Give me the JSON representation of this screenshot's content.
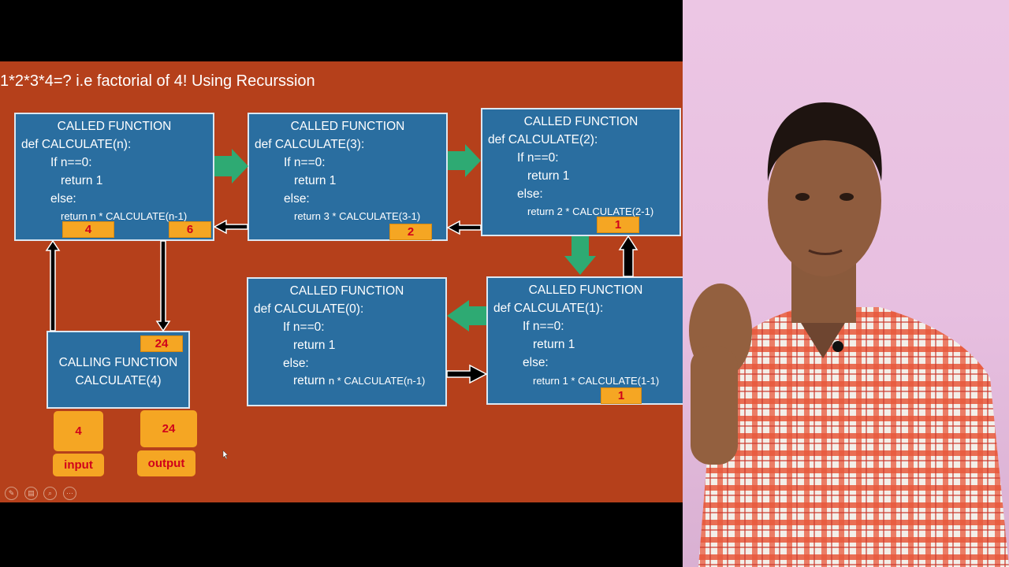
{
  "slide": {
    "title": "1*2*3*4=? i.e factorial of 4! Using Recurssion",
    "boxes": {
      "b1": {
        "header": "CALLED FUNCTION",
        "def": "def CALCULATE(n):",
        "if": "If  n==0:",
        "ret1": "return 1",
        "else": "else:",
        "ret": "return n * CALCULATE(n-1)",
        "v1": "4",
        "v2": "6"
      },
      "b2": {
        "header": "CALLED FUNCTION",
        "def": "def CALCULATE(3):",
        "if": "If  n==0:",
        "ret1": "return 1",
        "else": "else:",
        "ret": "return 3 * CALCULATE(3-1)",
        "v1": "2"
      },
      "b3": {
        "header": "CALLED FUNCTION",
        "def": "def CALCULATE(2):",
        "if": "If  n==0:",
        "ret1": "return 1",
        "else": "else:",
        "ret": "return 2 * CALCULATE(2-1)",
        "v1": "1"
      },
      "b4": {
        "header": "CALLED FUNCTION",
        "def": "def CALCULATE(1):",
        "if": "If  n==0:",
        "ret1": "return 1",
        "else": "else:",
        "ret": "return 1 * CALCULATE(1-1)",
        "v1": "1"
      },
      "b5": {
        "header": "CALLED FUNCTION",
        "def": "def CALCULATE(0):",
        "if": "If  n==0:",
        "ret1": "return 1",
        "else": "else:",
        "ret_a": "return ",
        "ret_b": "n * CALCULATE(n-1)"
      },
      "calling": {
        "line1": "CALLING FUNCTION",
        "line2": "CALCULATE(4)",
        "v1": "24"
      }
    },
    "input_value": "4",
    "input_label": "input",
    "output_value": "24",
    "output_label": "output",
    "controls": [
      "pen-icon",
      "slides-icon",
      "zoom-icon",
      "more-icon"
    ]
  },
  "colors": {
    "slide_bg": "#b5401b",
    "box_bg": "#2a6ea0",
    "value_bg": "#f5a623",
    "value_text": "#d0021b",
    "green_arrow": "#2eaa73"
  }
}
